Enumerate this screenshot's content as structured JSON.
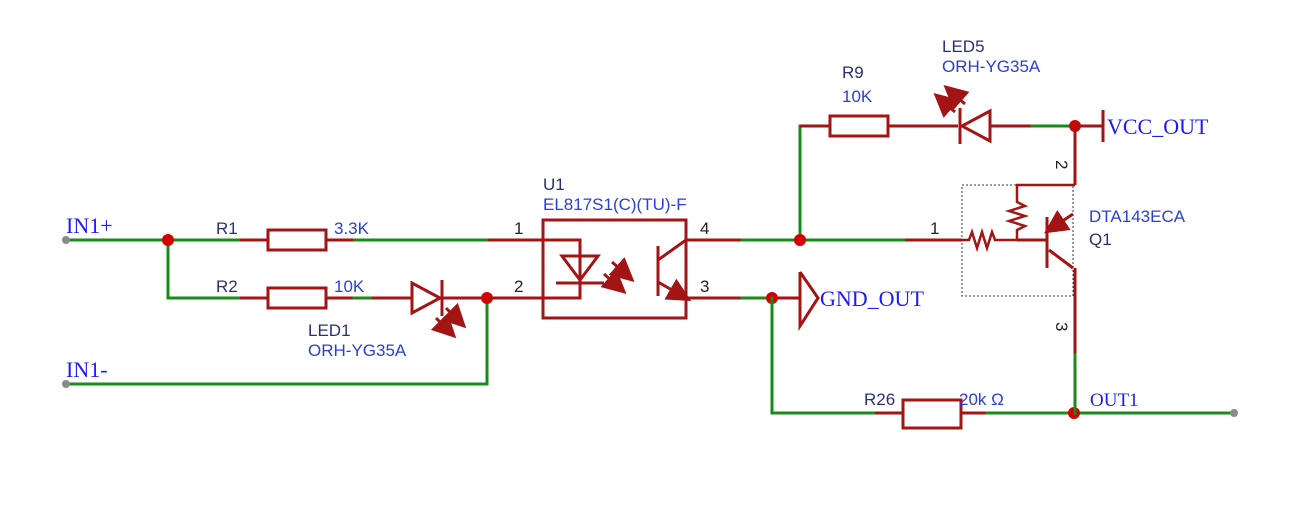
{
  "nets": {
    "in_plus": "IN1+",
    "in_minus": "IN1-",
    "vcc_out": "VCC_OUT",
    "gnd_out": "GND_OUT",
    "out1": "OUT1"
  },
  "components": {
    "r1": {
      "ref": "R1",
      "value": "3.3K"
    },
    "r2": {
      "ref": "R2",
      "value": "10K"
    },
    "led1": {
      "ref": "LED1",
      "value": "ORH-YG35A"
    },
    "u1": {
      "ref": "U1",
      "value": "EL817S1(C)(TU)-F",
      "pins": [
        "1",
        "2",
        "3",
        "4"
      ]
    },
    "r9": {
      "ref": "R9",
      "value": "10K"
    },
    "led5": {
      "ref": "LED5",
      "value": "ORH-YG35A"
    },
    "q1": {
      "ref": "Q1",
      "value": "DTA143ECA",
      "pins": [
        "1",
        "2",
        "3"
      ]
    },
    "r26": {
      "ref": "R26",
      "value": "20k Ω"
    }
  },
  "colors": {
    "wire": "#1a8a1a",
    "symbol": "#a31515",
    "junction": "#d40000",
    "label": "#2a3fd6"
  }
}
